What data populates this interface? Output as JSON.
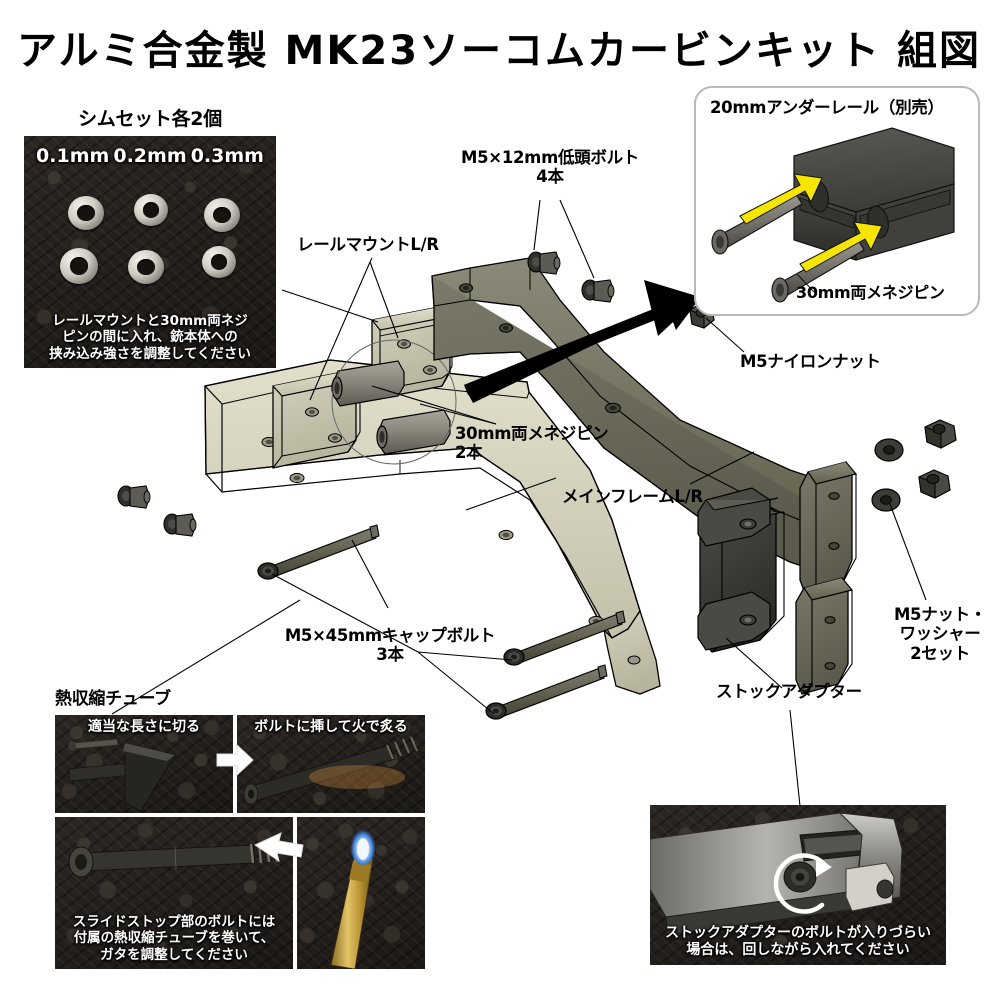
{
  "title": "アルミ合金製 MK23ソーコムカービンキット 組図",
  "colors": {
    "frame_light": "#c6c3ad",
    "frame_dark": "#6d6c5c",
    "metal_dark": "#3a3a36",
    "arrow_yellow": "#f2e600",
    "black": "#000000",
    "photo_bg": "#272320"
  },
  "shim_inset": {
    "heading": "シムセット各2個",
    "size_labels": [
      "0.1mm",
      "0.2mm",
      "0.3mm"
    ],
    "caption": "レールマウントと30mm両ネジ\nピンの間に入れ、銃本体への\n挟み込み強さを調整してください"
  },
  "underrail_inset": {
    "heading": "20mmアンダーレール（別売）",
    "pin_label": "30mm両メネジピン"
  },
  "labels": {
    "low_head_bolt": "M5×12mm低頭ボルト\n4本",
    "rail_mount": "レールマウントL/R",
    "double_thread_pin": "30mm両メネジピン\n2本",
    "main_frame": "メインフレームL/R",
    "nylon_nut": "M5ナイロンナット",
    "cap_bolt": "M5×45mmキャップボルト\n3本",
    "stock_adapter": "ストックアダプター",
    "nut_washer": "M5ナット・\nワッシャー\n2セット"
  },
  "heatshrink_inset": {
    "heading": "熱収縮チューブ",
    "step1": "適当な長さに切る",
    "step2": "ボルトに挿して火で炙る",
    "caption": "スライドストップ部のボルトには\n付属の熱収縮チューブを巻いて、\nガタを調整してください"
  },
  "stockbolt_inset": {
    "caption": "ストックアダプターのボルトが入りづらい\n場合は、回しながら入れてください"
  }
}
